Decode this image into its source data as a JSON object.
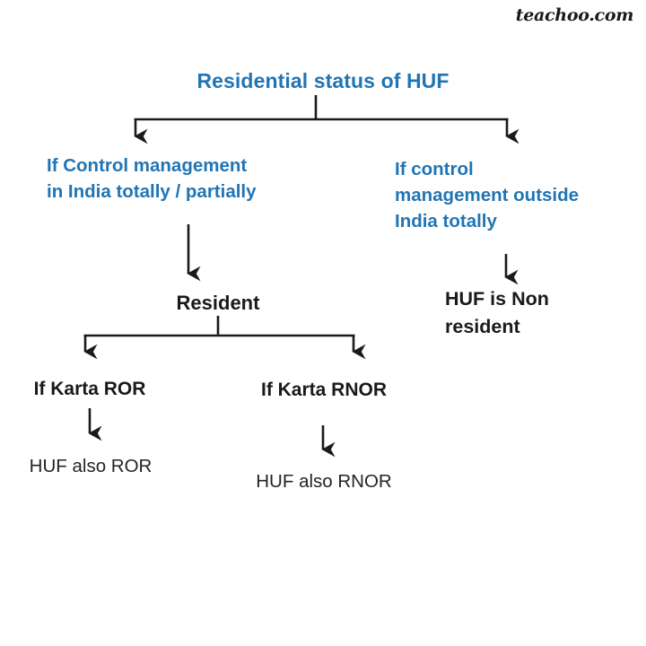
{
  "page": {
    "background_color": "#ffffff",
    "watermark": "teachoo.com",
    "accent_blue": "#2175b4",
    "text_dark": "#1a1a1a",
    "connector_color": "#1a1a1a"
  },
  "diagram": {
    "title": "Residential status of HUF",
    "nodes": {
      "root": "Residential status of HUF",
      "left_condition": "If Control management\nin India totally / partially",
      "right_condition": "If control\nmanagement outside\nIndia totally",
      "resident": "Resident",
      "non_resident": "HUF is Non\nresident",
      "karta_ror": "If Karta ROR",
      "karta_rnor": "If Karta RNOR",
      "huf_also_ror": "HUF also ROR",
      "huf_also_rnor": "HUF also RNOR"
    }
  }
}
